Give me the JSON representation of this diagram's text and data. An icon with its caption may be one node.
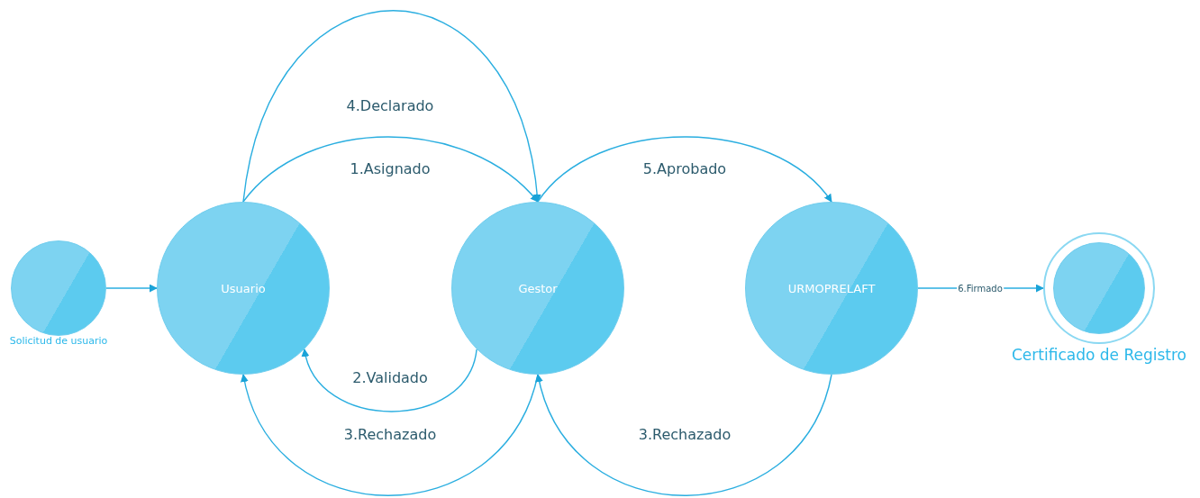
{
  "diagram": {
    "nodes": [
      {
        "text": [
          "Solicitud de usuario"
        ]
      },
      {
        "text": [
          "Usuario"
        ]
      },
      {
        "text": [
          "Gestor"
        ]
      },
      {
        "text": [
          "URMOPRELAFT"
        ]
      },
      {
        "text": [
          "Certificado de Registro"
        ]
      }
    ],
    "edges": [
      {
        "from": 0,
        "to": 1,
        "arrow": "to"
      },
      {
        "from": 1,
        "to": 2,
        "arrow": "to",
        "label": "1.Asignado"
      },
      {
        "from": 1,
        "to": 2,
        "arrow": "to",
        "label": "4.Declarado"
      },
      {
        "from": 2,
        "to": 1,
        "arrow": "to",
        "label": "2.Validado"
      },
      {
        "from": 2,
        "to": 1,
        "arrow": "to",
        "label": "3.Rechazado"
      },
      {
        "from": 2,
        "to": 3,
        "arrow": "to",
        "label": "5.Aprobado"
      },
      {
        "from": 3,
        "to": 2,
        "arrow": "to",
        "label": "3.Rechazado"
      },
      {
        "from": 3,
        "to": 4,
        "arrow": "to",
        "label": "6.Firmado"
      }
    ]
  }
}
